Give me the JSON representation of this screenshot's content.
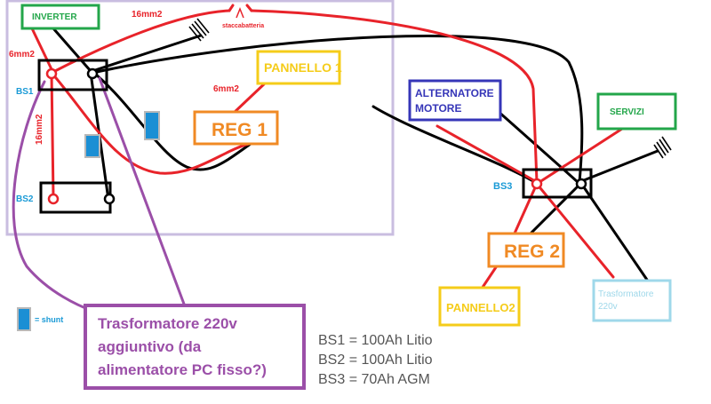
{
  "colors": {
    "red": "#e8232a",
    "black": "#000000",
    "purple": "#9b4fa8",
    "lavender": "#c9bde0",
    "green": "#23a64a",
    "orange": "#f08a24",
    "yellow": "#f5cc1a",
    "navy": "#3636b8",
    "lightblue": "#9fd8ea",
    "cyan": "#1a9ad6",
    "shunt_fill": "#1b8fd4"
  },
  "labels": {
    "inverter": "INVERTER",
    "wire_16mm2_top": "16mm2",
    "staccabatteria": "staccabatteria",
    "wire_6mm2_left": "6mm2",
    "wire_6mm2_reg": "6mm2",
    "wire_16mm2_vertical": "16mm2",
    "bs1": "BS1",
    "bs2": "BS2",
    "bs3": "BS3",
    "pannello1": "PANNELLO 1",
    "reg1": "REG 1",
    "reg2": "REG 2",
    "alternatore_line1": "ALTERNATORE",
    "alternatore_line2": "MOTORE",
    "servizi": "SERVIZI",
    "pannello2": "PANNELLO2",
    "trasformatore220_line1": "Trasformatore",
    "trasformatore220_line2": "220v",
    "shunt_legend": "= shunt",
    "note_line1": "Trasformatore 220v",
    "note_line2": "aggiuntivo (da",
    "note_line3": "alimentatore PC fisso?)",
    "battery_line1": "BS1 = 100Ah Litio",
    "battery_line2": "BS2 = 100Ah Litio",
    "battery_line3": "BS3 = 70Ah AGM"
  }
}
